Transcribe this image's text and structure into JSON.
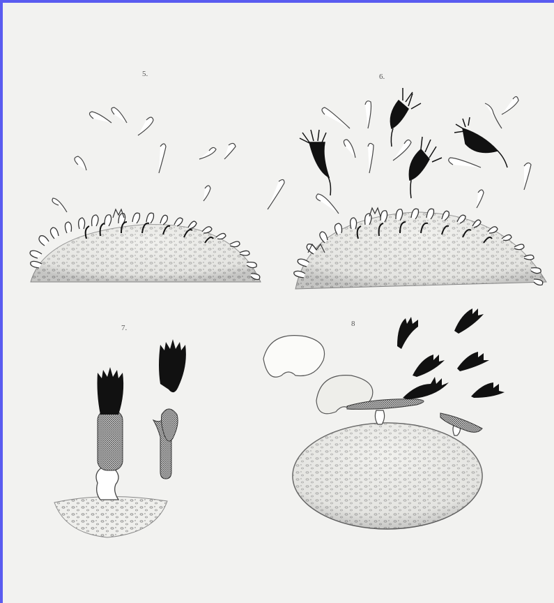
{
  "figures": [
    {
      "label": "5."
    },
    {
      "label": "6."
    },
    {
      "label": "7."
    },
    {
      "label": "8"
    }
  ],
  "colors": {
    "border": "#5a5cf0",
    "paper": "#f2f2f0",
    "ink": "#111111",
    "stipple": "#8a8a8a"
  }
}
